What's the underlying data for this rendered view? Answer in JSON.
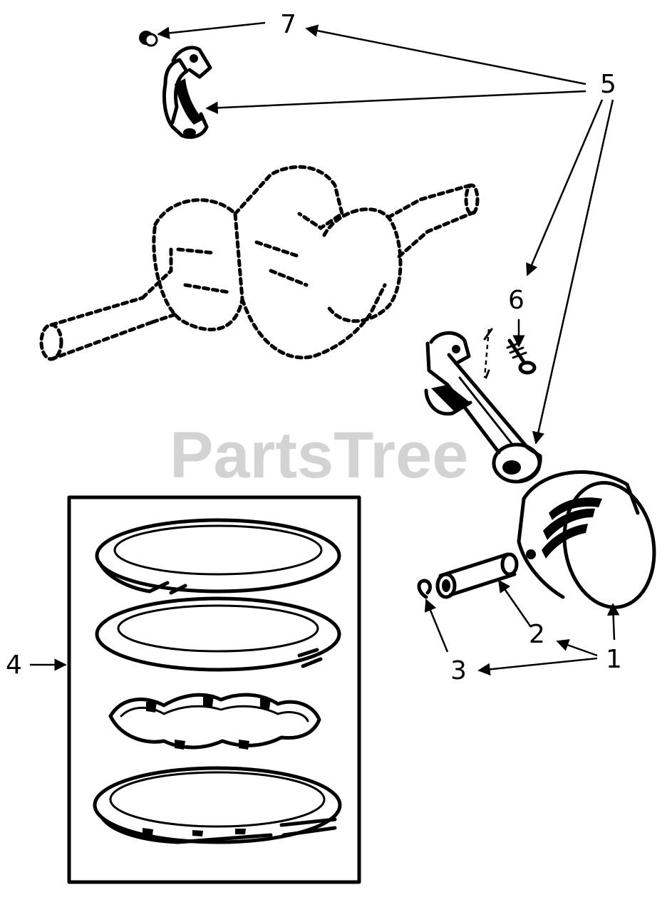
{
  "watermark": "PartsTree",
  "colors": {
    "ink": "#000000",
    "paper": "#ffffff",
    "watermark": "#cccccc"
  },
  "callouts": {
    "piston": "1",
    "piston_pin": "2",
    "retainer_clip": "3",
    "ring_set": "4",
    "connecting_rod": "5",
    "rod_bolt": "6",
    "nut": "7"
  }
}
